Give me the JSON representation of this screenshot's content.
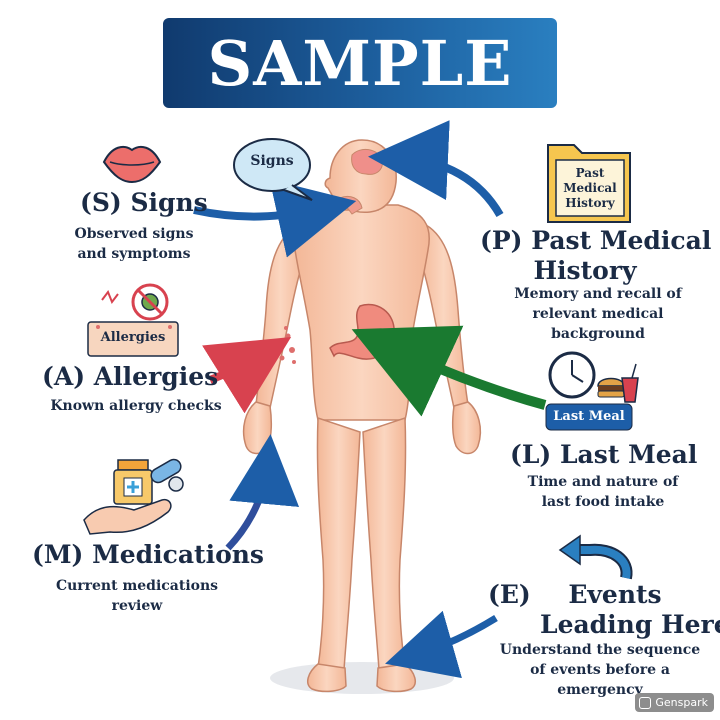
{
  "title": "SAMPLE",
  "body_bubble": "Signs",
  "sections": {
    "signs": {
      "letter": "(S)",
      "name": "Signs",
      "desc_lines": [
        "Observed signs",
        "and symptoms"
      ]
    },
    "past": {
      "letter": "(P)",
      "name_lines": [
        "Past Medical",
        "History"
      ],
      "desc_lines": [
        "Memory and recall of",
        "relevant medical",
        "background"
      ],
      "folder_lines": [
        "Past",
        "Medical",
        "History"
      ]
    },
    "allergies": {
      "letter": "(A)",
      "name": "Allergies",
      "desc_lines": [
        "Known allergy checks"
      ],
      "tag": "Allergies"
    },
    "lastmeal": {
      "letter": "(L)",
      "name": "Last Meal",
      "desc_lines": [
        "Time and nature of",
        "last food intake"
      ],
      "tag": "Last Meal"
    },
    "medications": {
      "letter": "(M)",
      "name": "Medications",
      "desc_lines": [
        "Current medications",
        "review"
      ]
    },
    "events": {
      "letter": "(E)",
      "name_lines": [
        "Events",
        "Leading Here"
      ],
      "desc_lines": [
        "Understand the sequence",
        "of events before a",
        "emergency"
      ]
    }
  },
  "watermark": "Genspark",
  "colors": {
    "banner": "#154a84",
    "skin": "#f8cbb0",
    "text": "#1b2b45",
    "arrow_blue": "#2676c4",
    "arrow_green": "#1f9a3a",
    "arrow_red": "#e0555f"
  },
  "icons": [
    "lips-icon",
    "speech-bubble-icon",
    "folder-icon",
    "allergy-icon",
    "clock-icon",
    "burger-icon",
    "drink-icon",
    "pill-bottle-icon",
    "capsule-icon",
    "hand-icon",
    "return-arrow-icon"
  ]
}
